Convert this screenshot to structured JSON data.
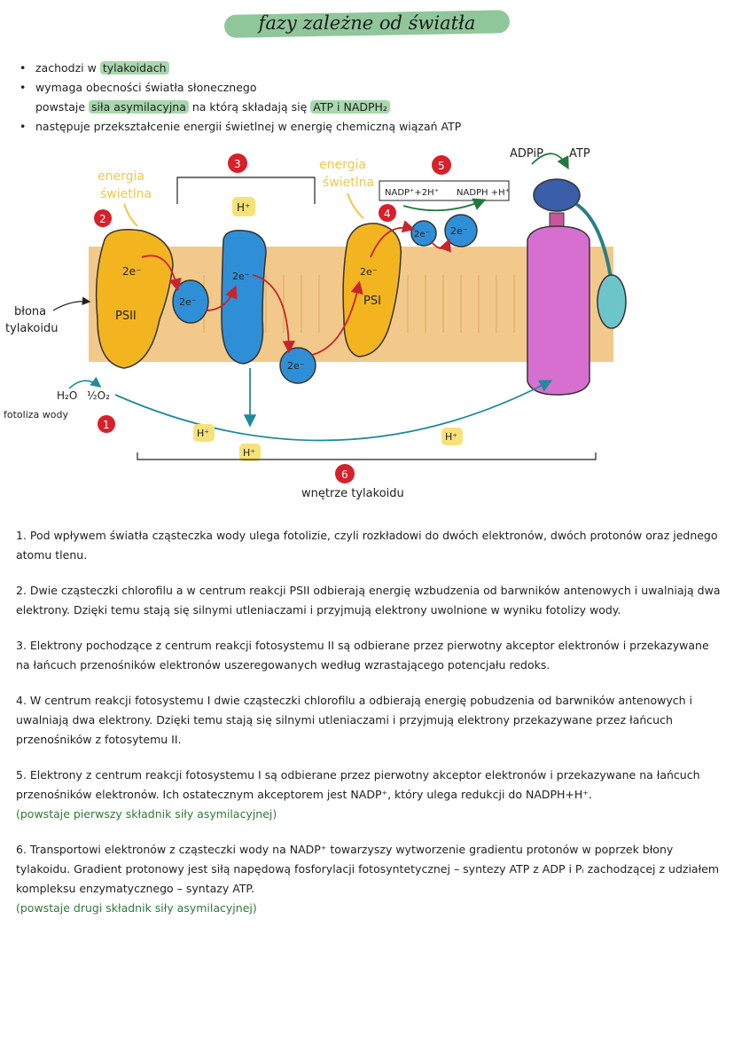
{
  "title": "fazy zależne od światła",
  "bullets": [
    {
      "pre": "zachodzi w ",
      "hl": "tylakoidach",
      "post": ""
    },
    {
      "pre": "wymaga obecności światła słonecznego",
      "hl": "",
      "post": ""
    },
    {
      "pre": "powstaje ",
      "hl": "siła asymilacyjna",
      "post": " na którą składają się ",
      "hl2": "ATP i NADPH₂"
    },
    {
      "pre": "następuje przekształcenie energii świetlnej w energię chemiczną wiązań ATP",
      "hl": "",
      "post": ""
    }
  ],
  "diagram": {
    "energy_label_1": "energia",
    "energy_label_1b": "świetlna",
    "energy_label_2": "energia",
    "energy_label_2b": "świetlna",
    "membrane_label_1": "błona",
    "membrane_label_2": "tylakoidu",
    "psii": "PSII",
    "psi": "PSI",
    "e2": "2e⁻",
    "hplus": "H⁺",
    "water": "H₂O",
    "half_o2": "½O₂",
    "photolysis": "fotoliza wody",
    "nadp": "NADP⁺+2H⁺",
    "nadph": "NADPH +H⁺",
    "adp": "ADPiP",
    "atp": "ATP",
    "lumen": "wnętrze tylakoidu",
    "num1": "1",
    "num2": "2",
    "num3": "3",
    "num4": "4",
    "num5": "5",
    "num6": "6"
  },
  "points": [
    {
      "text": "1. Pod wpływem światła cząsteczka wody ulega fotolizie, czyli rozkładowi do dwóch elektronów, dwóch protonów oraz jednego atomu tlenu."
    },
    {
      "text": "2. Dwie cząsteczki chlorofilu a w centrum reakcji PSII odbierają energię wzbudzenia od barwników antenowych i uwalniają dwa elektrony. Dzięki temu stają się silnymi utleniaczami i przyjmują elektrony uwolnione w wyniku fotolizy wody."
    },
    {
      "text": "3. Elektrony pochodzące z centrum reakcji fotosystemu II są odbierane przez pierwotny akceptor elektronów i przekazywane na łańcuch przenośników elektronów uszeregowanych według wzrastającego potencjału redoks."
    },
    {
      "text": "4. W centrum reakcji fotosystemu I dwie cząsteczki chlorofilu a odbierają energię pobudzenia od barwników antenowych i uwalniają dwa elektrony. Dzięki temu stają się silnymi utleniaczami i przyjmują elektrony przekazywane przez łańcuch przenośników z fotosytemu II."
    },
    {
      "text": "5. Elektrony z centrum reakcji fotosystemu I są odbierane przez pierwotny akceptor elektronów i przekazywane na łańcuch przenośników elektronów. Ich ostatecznym akceptorem jest NADP⁺, który ulega redukcji do NADPH+H⁺.",
      "note": "(powstaje pierwszy składnik siły asymilacyjnej)"
    },
    {
      "text": "6. Transportowi elektronów z cząsteczki wody na NADP⁺ towarzyszy wytworzenie gradientu protonów w poprzek błony tylakoidu. Gradient protonowy jest siłą napędową fosforylacji fotosyntetycznej – syntezy ATP z ADP i Pᵢ zachodzącej z udziałem kompleksu enzymatycznego – syntazy ATP.",
      "note": "(powstaje drugi składnik siły asymilacyjnej)"
    }
  ],
  "colors": {
    "highlight": "#a9d7ae",
    "membrane": "#f2c98a",
    "psii": "#f3b51f",
    "carrier": "#2f8fd6",
    "atp_synthase": "#d66fd0",
    "badge": "#d8202b"
  }
}
